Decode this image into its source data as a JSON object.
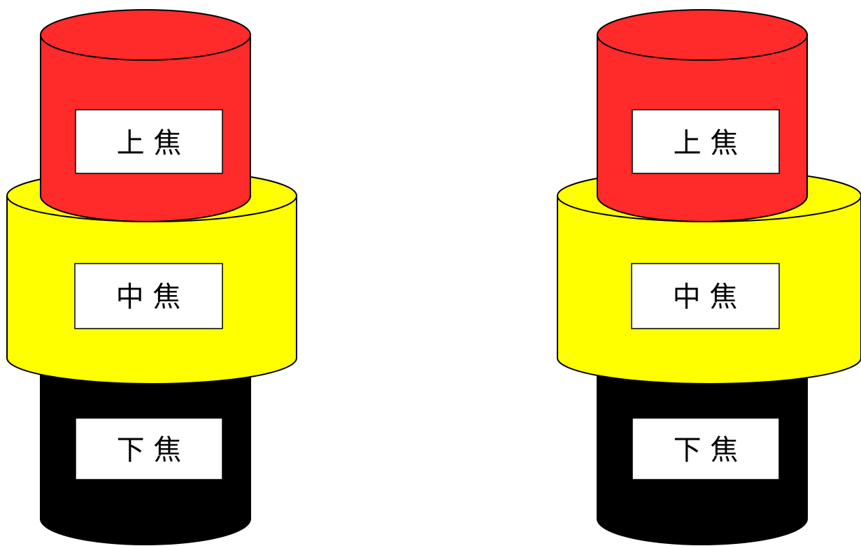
{
  "colors": {
    "background": "#ffffff",
    "upper": "#ff2a2a",
    "middle": "#ffff00",
    "lower": "#000000",
    "label_box": "#ffffff",
    "outline": "#000000"
  },
  "stacks": [
    {
      "upper_label": "上 焦",
      "middle_label": "中 焦",
      "lower_label": "下 焦"
    },
    {
      "upper_label": "上 焦",
      "middle_label": "中 焦",
      "lower_label": "下 焦"
    }
  ]
}
